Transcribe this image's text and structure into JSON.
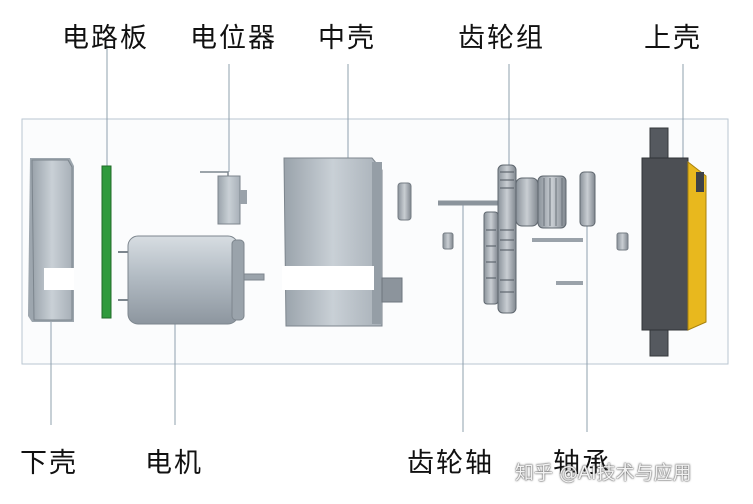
{
  "diagram": {
    "labels": {
      "circuit_board": "电路板",
      "potentiometer": "电位器",
      "middle_shell": "中壳",
      "gear_set": "齿轮组",
      "upper_shell": "上壳",
      "lower_shell": "下壳",
      "motor": "电机",
      "gear_shaft": "齿轮轴",
      "bearing": "轴承"
    },
    "watermark": "知乎 @AI技术与应用"
  },
  "colors": {
    "gray_body": "#b8c0c8",
    "board_green": "#2f9a3c",
    "shell_dark": "#4c4f54",
    "shell_yellow": "#e8b81e",
    "leader_line": "#8a9aa8"
  }
}
